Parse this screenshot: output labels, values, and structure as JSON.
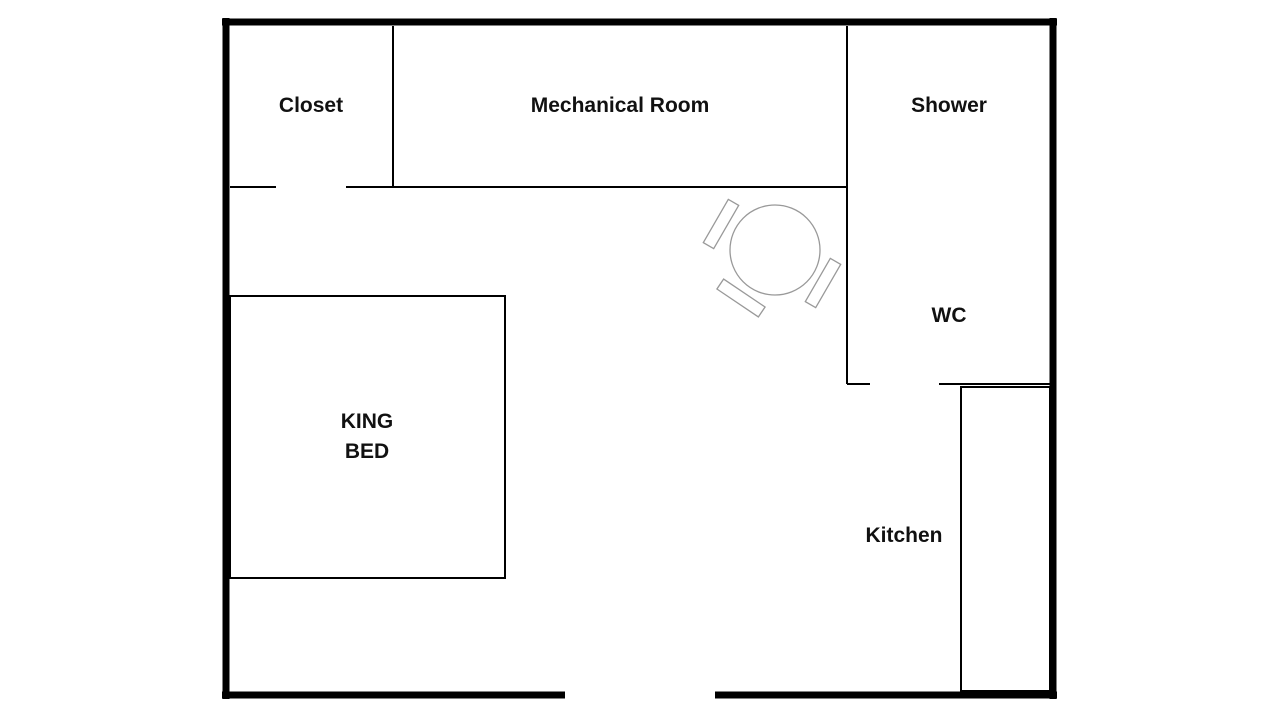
{
  "rooms": {
    "closet": "Closet",
    "mechanical": "Mechanical Room",
    "shower": "Shower",
    "wc": "WC",
    "bed_line1": "KING",
    "bed_line2": "BED",
    "kitchen": "Kitchen"
  }
}
